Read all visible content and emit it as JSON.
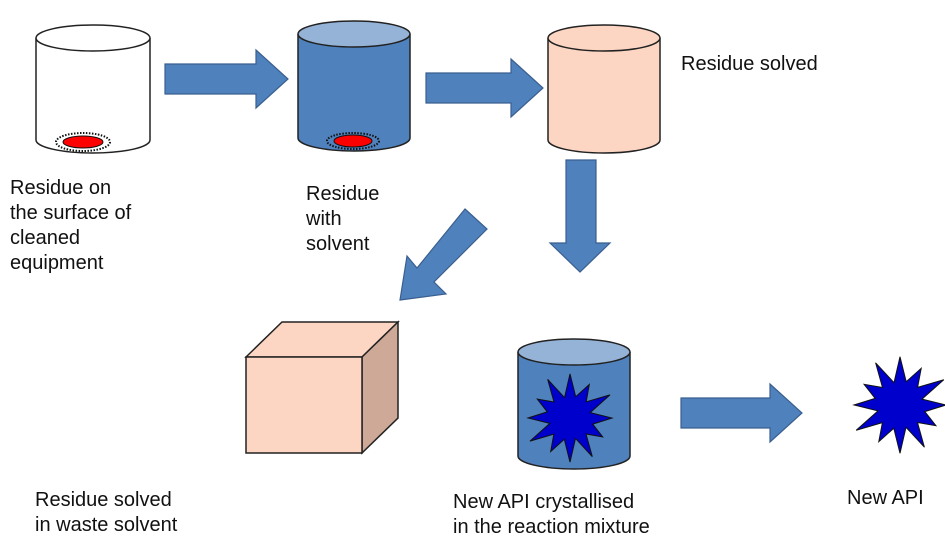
{
  "colors": {
    "white_cylinder": "#ffffff",
    "solvent_blue": "#4f81bd",
    "solvent_blue_top": "#95b3d7",
    "solved_peach": "#fcd5c3",
    "box_side": "#cfa998",
    "arrow_fill": "#4f81bd",
    "arrow_stroke": "#3a5f8f",
    "residue_red": "#ff0000",
    "api_star": "#0000cc",
    "outline": "#222222"
  },
  "labels": {
    "residue_surface": "Residue on\nthe surface of\ncleaned\nequipment",
    "residue_solvent": "Residue\nwith\nsolvent",
    "residue_solved": "Residue solved",
    "waste_solvent": "Residue solved\nin waste solvent",
    "new_api_crystallised": "New API crystallised\nin the reaction mixture",
    "new_api": "New API"
  },
  "icons": [
    "cylinder-icon",
    "cube-icon",
    "burst-icon",
    "arrow-icon"
  ]
}
